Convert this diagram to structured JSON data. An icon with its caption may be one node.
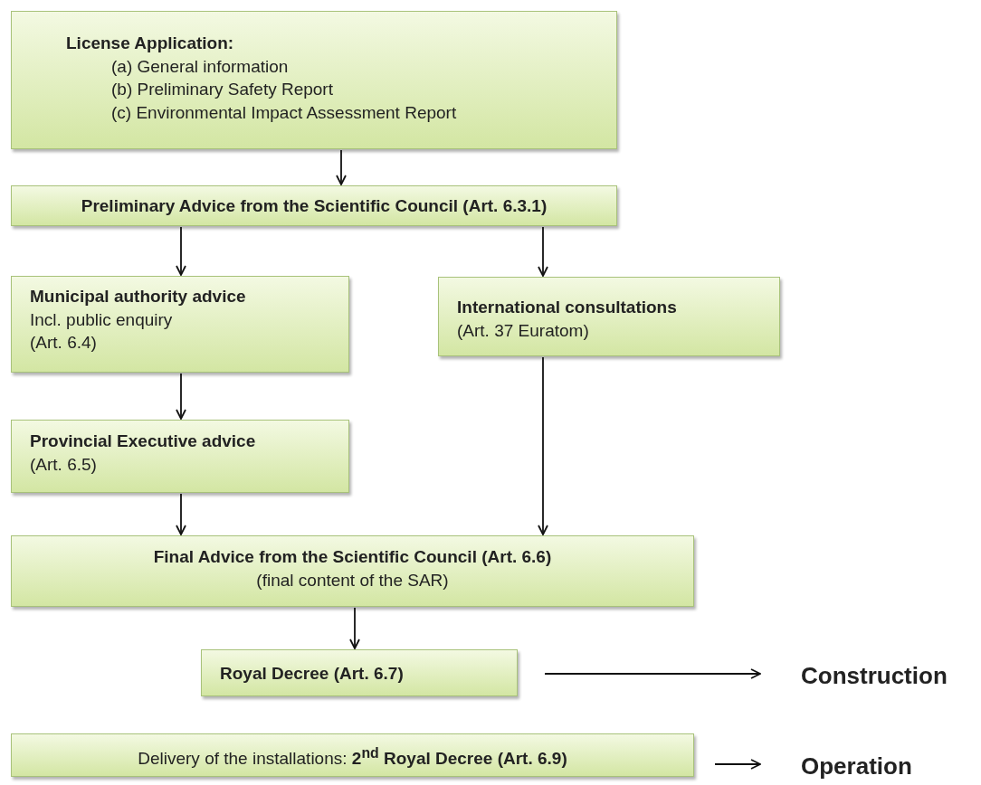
{
  "diagram": {
    "nodes": [
      {
        "text": [
          "License Application:",
          "(a) General information",
          "(b) Preliminary Safety Report",
          "(c) Environmental Impact Assessment Report"
        ]
      },
      {
        "text": [
          "Preliminary Advice from the Scientific Council (Art. 6.3.1)"
        ]
      },
      {
        "text": [
          "Municipal authority advice",
          "Incl. public enquiry",
          "(Art. 6.4)"
        ]
      },
      {
        "text": [
          "International consultations",
          "(Art. 37 Euratom)"
        ]
      },
      {
        "text": [
          "Provincial Executive advice",
          "(Art. 6.5)"
        ]
      },
      {
        "text": [
          "Final Advice from the Scientific Council (Art. 6.6)",
          "(final content of the SAR)"
        ]
      },
      {
        "text": [
          "Royal Decree (Art. 6.7)"
        ]
      },
      {
        "text": [
          "Construction"
        ]
      },
      {
        "text": [
          "Delivery of the installations: **2$^{nd}$ Royal Decree (Art. 6.9)**"
        ]
      },
      {
        "text": [
          "Operation"
        ]
      }
    ],
    "edges": [
      {
        "from": 0,
        "to": 1,
        "arrow": "to"
      },
      {
        "from": 1,
        "to": 2,
        "arrow": "to"
      },
      {
        "from": 1,
        "to": 3,
        "arrow": "to"
      },
      {
        "from": 2,
        "to": 4,
        "arrow": "to"
      },
      {
        "from": 4,
        "to": 5,
        "arrow": "to"
      },
      {
        "from": 3,
        "to": 5,
        "arrow": "to"
      },
      {
        "from": 5,
        "to": 6,
        "arrow": "to"
      },
      {
        "from": 6,
        "to": 7,
        "arrow": "to"
      },
      {
        "from": 8,
        "to": 9,
        "arrow": "to"
      }
    ]
  }
}
